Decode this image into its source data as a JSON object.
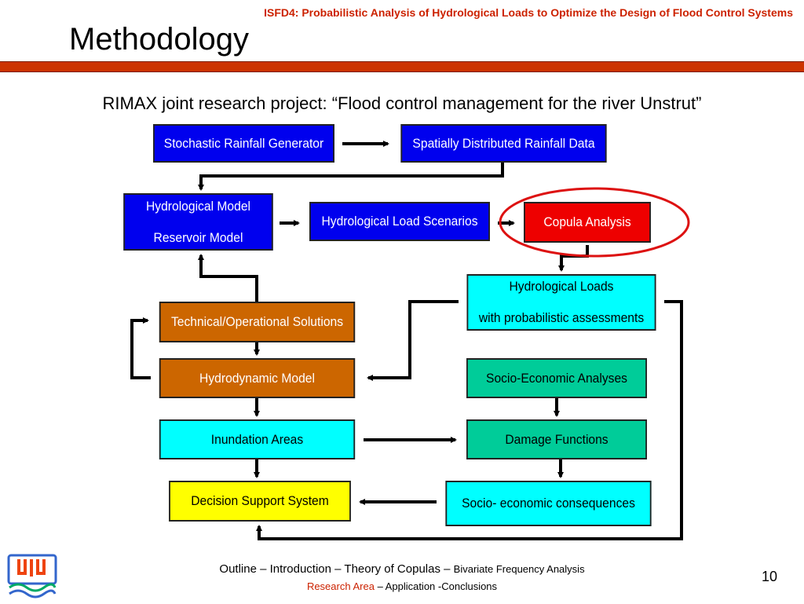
{
  "header": {
    "conference": "ISFD4: Probabilistic Analysis of Hydrological Loads to Optimize the Design of Flood Control Systems",
    "title": "Methodology"
  },
  "subtitle": "RIMAX joint research project: “Flood control management for the river Unstrut”",
  "boxes": {
    "stochastic": "Stochastic Rainfall Generator",
    "spatial": "Spatially Distributed Rainfall Data",
    "hydro_model_1": "Hydrological Model",
    "hydro_model_2": "Reservoir Model",
    "load_scenarios": "Hydrological Load Scenarios",
    "copula": "Copula Analysis",
    "loads_1": "Hydrological Loads",
    "loads_2": "with probabilistic assessments",
    "technical": "Technical/Operational Solutions",
    "hydrodynamic": "Hydrodynamic Model",
    "socio_analyses": "Socio-Economic Analyses",
    "inundation": "Inundation Areas",
    "damage": "Damage Functions",
    "dss": "Decision Support System",
    "consequences": "Socio- economic consequences"
  },
  "colors": {
    "blue": "#0000ee",
    "red": "#ee0000",
    "cyan": "#00ffff",
    "brown": "#cc6600",
    "teal": "#00cc99",
    "yellow": "#ffff00",
    "highlight_ellipse": "#dd1111",
    "title_bar": "#cc3300"
  },
  "footer": {
    "nav_1": "Outline – Introduction – Theory of Copulas –",
    "nav_2": "Bivariate Frequency Analysis",
    "nav_3": "Research Area",
    "nav_4": "– Application -Conclusions",
    "page": "10"
  },
  "logo": {
    "icon": "university-logo-icon"
  }
}
